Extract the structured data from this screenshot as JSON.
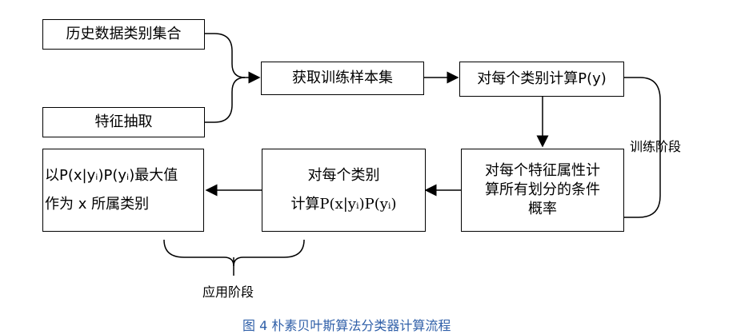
{
  "nodes": {
    "history": "历史数据类别集合",
    "feature": "特征抽取",
    "sample": "获取训练样本集",
    "py": "对每个类别计算P(y)",
    "cond": [
      "对每个特征属性计",
      "算所有划分的条件",
      "概率"
    ],
    "compute": [
      "对每个类别",
      "计算P(x|yᵢ)P(yᵢ)"
    ],
    "result": [
      "以P(x|yᵢ)P(yᵢ)最大值",
      "作为 x 所属类别"
    ]
  },
  "labels": {
    "train_phase": "训练阶段",
    "apply_phase": "应用阶段"
  },
  "caption": "图 4  朴素贝叶斯算法分类器计算流程"
}
